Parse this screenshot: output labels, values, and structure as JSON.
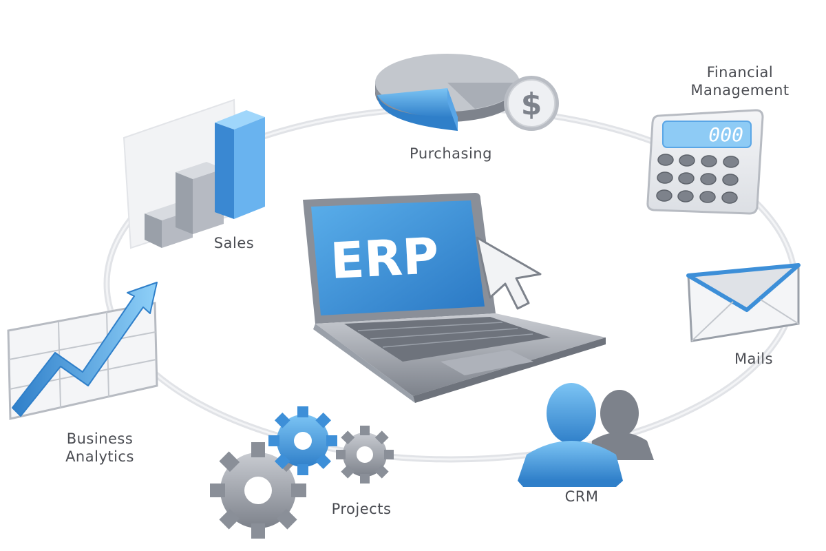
{
  "center": {
    "screen_text": "ERP"
  },
  "modules": {
    "purchasing": {
      "label": "Purchasing",
      "icon": "pie-chart-dollar-icon"
    },
    "financial": {
      "label_line1": "Financial",
      "label_line2": "Management",
      "icon": "calculator-icon",
      "display": "000"
    },
    "mails": {
      "label": "Mails",
      "icon": "envelope-icon"
    },
    "crm": {
      "label": "CRM",
      "icon": "users-icon"
    },
    "projects": {
      "label": "Projects",
      "icon": "gears-icon"
    },
    "analytics": {
      "label_line1": "Business",
      "label_line2": "Analytics",
      "icon": "growth-chart-icon"
    },
    "sales": {
      "label": "Sales",
      "icon": "bar-chart-icon"
    }
  },
  "colors": {
    "accent_blue": "#3d8fd8",
    "light_blue": "#7fc0f0",
    "steel_gray": "#8a8f98",
    "label_gray": "#4a4c52"
  }
}
